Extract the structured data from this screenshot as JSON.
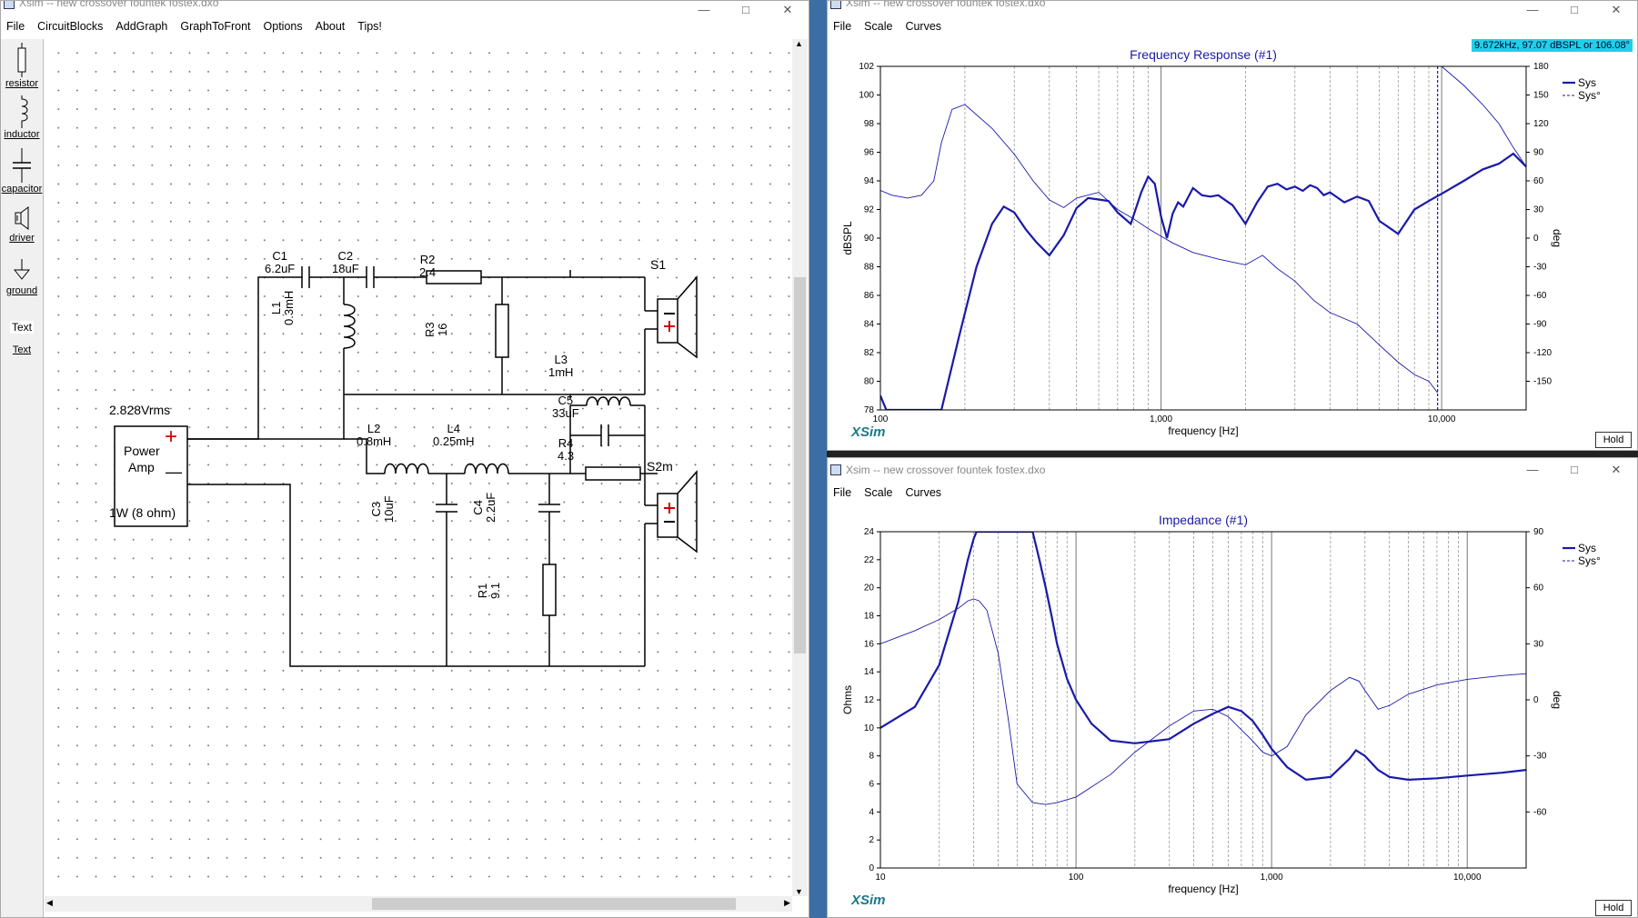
{
  "circuit_window": {
    "title": "Xsim -- new crossover fountek fostex.dxo",
    "menu": [
      "File",
      "CircuitBlocks",
      "AddGraph",
      "GraphToFront",
      "Options",
      "About",
      "Tips!"
    ],
    "palette": [
      {
        "label": "resistor",
        "icon": "resistor-icon"
      },
      {
        "label": "inductor",
        "icon": "inductor-icon"
      },
      {
        "label": "capacitor",
        "icon": "capacitor-icon"
      },
      {
        "label": "driver",
        "icon": "speaker-icon"
      },
      {
        "label": "ground",
        "icon": "ground-icon"
      },
      {
        "label": "Text",
        "icon": "text-icon"
      },
      {
        "label": "Text",
        "icon": "text-link"
      }
    ],
    "schematic": {
      "source_voltage": "2.828Vrms",
      "amp_name_line1": "Power",
      "amp_name_line2": "Amp",
      "amp_power": "1W (8 ohm)",
      "plus": "+",
      "minus": "—",
      "components": {
        "C1": {
          "name": "C1",
          "value": "6.2uF"
        },
        "C2": {
          "name": "C2",
          "value": "18uF"
        },
        "R2": {
          "name": "R2",
          "value": "2.4"
        },
        "L1": {
          "name": "L1",
          "value": "0.3mH"
        },
        "R3": {
          "name": "R3",
          "value": "16"
        },
        "L3": {
          "name": "L3",
          "value": "1mH"
        },
        "C5": {
          "name": "C5",
          "value": "33uF"
        },
        "R4": {
          "name": "R4",
          "value": "4.3"
        },
        "L2": {
          "name": "L2",
          "value": "0.8mH"
        },
        "L4": {
          "name": "L4",
          "value": "0.25mH"
        },
        "C3": {
          "name": "C3",
          "value": "10uF"
        },
        "C4": {
          "name": "C4",
          "value": "2.2uF"
        },
        "R1": {
          "name": "R1",
          "value": "9.1"
        }
      },
      "drivers": {
        "S1": "S1",
        "S2m": "S2m"
      }
    }
  },
  "fr_window": {
    "title": "Xsim -- new crossover fountek fostex.dxo",
    "menu": [
      "File",
      "Scale",
      "Curves"
    ],
    "readout": "9.672kHz, 97.07 dBSPL or 106.08°",
    "hold": "Hold",
    "logo": "XSim",
    "title_graph": "Frequency Response (#1)"
  },
  "imp_window": {
    "title": "Xsim -- new crossover fountek fostex.dxo",
    "menu": [
      "File",
      "Scale",
      "Curves"
    ],
    "hold": "Hold",
    "logo": "XSim",
    "title_graph": "Impedance (#1)"
  },
  "chart_data": [
    {
      "type": "line",
      "title": "Frequency Response (#1)",
      "xlabel": "frequency [Hz]",
      "ylabel": "dBSPL",
      "y2label": "deg",
      "xscale": "log",
      "xlim": [
        100,
        20000
      ],
      "ylim": [
        78,
        102
      ],
      "y2lim": [
        -180,
        180
      ],
      "x_tick_labels": [
        "100",
        "1,000",
        "10,000"
      ],
      "y_ticks": [
        78,
        80,
        82,
        84,
        86,
        88,
        90,
        92,
        94,
        96,
        98,
        100,
        102
      ],
      "y2_ticks": [
        -150,
        -120,
        -90,
        -60,
        -30,
        0,
        30,
        60,
        90,
        120,
        150,
        180
      ],
      "legend": "top-right",
      "grid": true,
      "cursor_x": 9672,
      "series": [
        {
          "name": "Sys",
          "axis": "left",
          "style": "solid-thick",
          "x": [
            100,
            105,
            165,
            190,
            220,
            250,
            275,
            300,
            330,
            360,
            400,
            450,
            500,
            550,
            600,
            650,
            700,
            780,
            850,
            900,
            950,
            1000,
            1050,
            1100,
            1150,
            1200,
            1300,
            1400,
            1500,
            1600,
            1800,
            2000,
            2200,
            2400,
            2600,
            2800,
            3000,
            3200,
            3400,
            3600,
            3800,
            4000,
            4500,
            5000,
            5500,
            6000,
            7000,
            8000,
            9000,
            10000,
            12000,
            14000,
            16000,
            18000,
            20000
          ],
          "y": [
            79,
            78,
            78,
            83,
            88,
            91,
            92.2,
            91.8,
            90.6,
            89.7,
            88.8,
            90.2,
            92.1,
            92.8,
            92.7,
            92.6,
            91.8,
            91,
            93.2,
            94.3,
            93.8,
            91.5,
            90,
            91.7,
            92.5,
            92.2,
            93.5,
            93,
            92.9,
            93,
            92.3,
            91,
            92.5,
            93.6,
            93.8,
            93.4,
            93.6,
            93.3,
            93.7,
            93.5,
            93,
            93.2,
            92.5,
            92.9,
            92.6,
            91.2,
            90.3,
            92,
            92.6,
            93.1,
            94,
            94.8,
            95.2,
            95.9,
            95
          ]
        },
        {
          "name": "Sys°",
          "axis": "right",
          "style": "dashed-thin",
          "x": [
            100,
            110,
            125,
            140,
            155,
            165,
            180,
            200,
            250,
            300,
            350,
            400,
            450,
            500,
            600,
            700,
            800,
            900,
            1000,
            1100,
            1300,
            1600,
            2000,
            2300,
            2600,
            3000,
            3500,
            4000,
            5000,
            6000,
            7000,
            8000,
            9000,
            9672,
            10000,
            12000,
            14000,
            16000,
            18000,
            20000
          ],
          "y": [
            50,
            45,
            42,
            45,
            60,
            100,
            135,
            140,
            115,
            88,
            60,
            40,
            32,
            42,
            48,
            30,
            20,
            10,
            2,
            -5,
            -15,
            -22,
            -28,
            -18,
            -32,
            -45,
            -65,
            -78,
            -90,
            -112,
            -130,
            -143,
            -150,
            -162,
            180,
            160,
            140,
            120,
            95,
            75
          ]
        }
      ]
    },
    {
      "type": "line",
      "title": "Impedance (#1)",
      "xlabel": "frequency [Hz]",
      "ylabel": "Ohms",
      "y2label": "deg",
      "xscale": "log",
      "xlim": [
        10,
        20000
      ],
      "ylim": [
        0,
        24
      ],
      "y2lim": [
        -90,
        90
      ],
      "x_tick_labels": [
        "10",
        "100",
        "1,000",
        "10,000"
      ],
      "y_ticks": [
        0,
        2,
        4,
        6,
        8,
        10,
        12,
        14,
        16,
        18,
        20,
        22,
        24
      ],
      "y2_ticks": [
        -60,
        -30,
        0,
        30,
        60,
        90
      ],
      "legend": "top-right",
      "grid": true,
      "series": [
        {
          "name": "Sys",
          "axis": "left",
          "style": "solid-thick",
          "x": [
            10,
            15,
            20,
            25,
            28,
            30,
            31,
            32,
            33,
            60,
            65,
            70,
            75,
            80,
            90,
            100,
            120,
            150,
            200,
            300,
            400,
            500,
            600,
            700,
            800,
            900,
            1000,
            1200,
            1500,
            2000,
            2500,
            2700,
            3000,
            3500,
            4000,
            5000,
            7000,
            10000,
            15000,
            20000
          ],
          "y": [
            10,
            11.5,
            14.5,
            19,
            22,
            23.5,
            24,
            24,
            24,
            24,
            22,
            20,
            18,
            16,
            13.5,
            12,
            10.3,
            9.1,
            8.9,
            9.2,
            10.3,
            11,
            11.5,
            11.2,
            10.5,
            9.5,
            8.5,
            7.2,
            6.3,
            6.5,
            7.8,
            8.4,
            8,
            7,
            6.5,
            6.3,
            6.4,
            6.6,
            6.8,
            7
          ]
        },
        {
          "name": "Sys°",
          "axis": "right",
          "style": "dashed-thin",
          "x": [
            10,
            15,
            20,
            25,
            28,
            30,
            32,
            35,
            40,
            45,
            50,
            60,
            70,
            80,
            100,
            150,
            200,
            300,
            400,
            500,
            600,
            700,
            800,
            900,
            1000,
            1200,
            1500,
            2000,
            2500,
            2800,
            3000,
            3500,
            4000,
            5000,
            7000,
            10000,
            15000,
            20000
          ],
          "y": [
            30,
            37,
            43,
            49,
            53,
            54,
            53,
            48,
            25,
            -10,
            -45,
            -55,
            -56,
            -55,
            -52,
            -40,
            -28,
            -14,
            -6,
            -5,
            -9,
            -16,
            -22,
            -28,
            -30,
            -25,
            -8,
            5,
            12,
            10,
            5,
            -5,
            -3,
            3,
            8,
            11,
            13,
            14
          ]
        }
      ]
    }
  ]
}
